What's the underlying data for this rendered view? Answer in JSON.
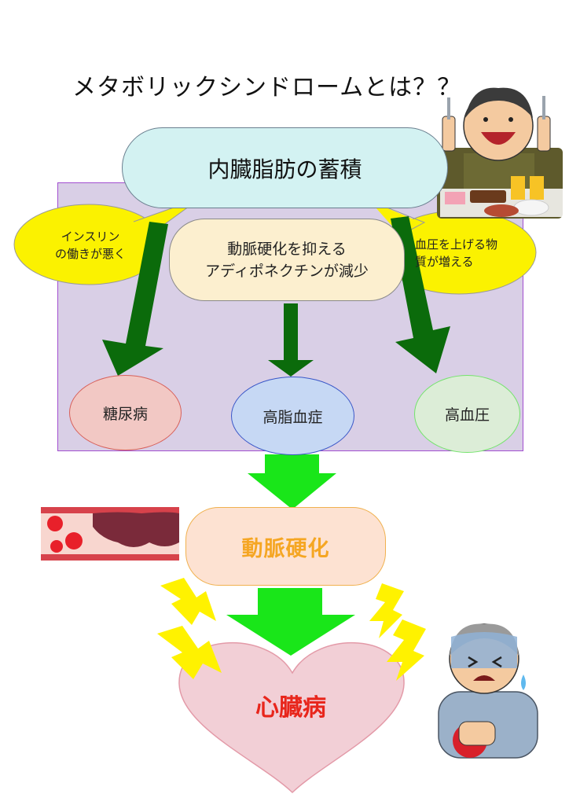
{
  "title": "メタボリックシンドロームとは？？",
  "top_box": "内臓脂肪の蓄積",
  "middle_box": {
    "line1": "動脈硬化を抑える",
    "line2": "アディポネクチンが減少"
  },
  "left_bubble": {
    "line1": "インスリン",
    "line2": "の働きが悪く"
  },
  "right_bubble": {
    "line1": "血圧を上げる物",
    "line2": "質が増える"
  },
  "diseases": {
    "left": "糖尿病",
    "center": "高脂血症",
    "right": "高血圧"
  },
  "artery_box": "動脈硬化",
  "heart": "心臓病",
  "colors": {
    "dark_arrow": "#0b6b0b",
    "bright_arrow": "#19e619",
    "bubble": "#fbf200",
    "lightning": "#fff200",
    "heart_fill": "#f2cfd6",
    "artery_text": "#f5a623",
    "heart_text": "#e8261c"
  },
  "icons": [
    "eating-man-illustration",
    "blocked-artery-illustration",
    "chest-pain-man-illustration",
    "lightning-icon"
  ]
}
